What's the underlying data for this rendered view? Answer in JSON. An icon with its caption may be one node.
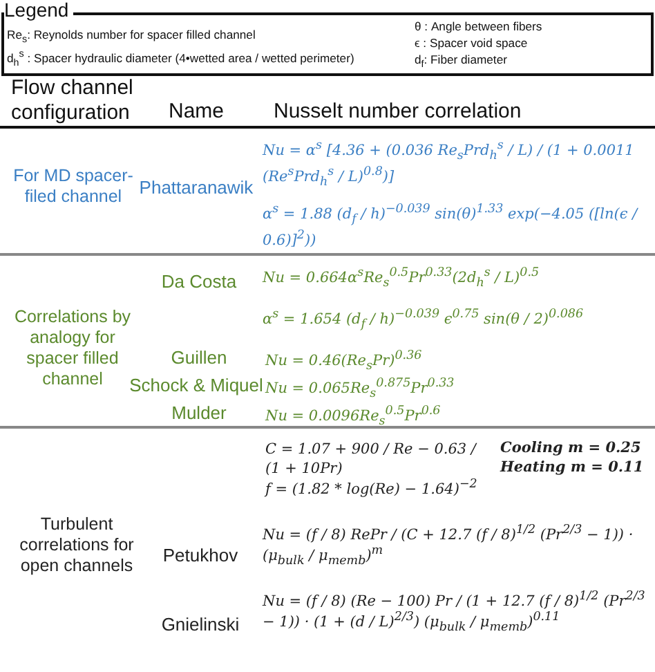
{
  "diagram": {
    "labels": [
      "Legend",
      "Re$_{s}$: Reynolds number for spacer filled channel",
      "d$_{h}$$^{s}$ : Spacer hydraulic diameter (4•wetted area / wetted perimeter)",
      "θ : Angle between fibers",
      "ϵ : Spacer void space",
      "d$_{f}$: Fiber diameter",
      "Flow channel configuration",
      "Name",
      "Nusselt number correlation",
      "For MD spacer-filed channel",
      "Phattaranawik",
      "Nu = α$^{s}$ [4.36 + (0.036 Re$_{s}$Prd$_{h}$$^{s}$ / L) / (1 + 0.0011 (Re$^{s}$Prd$_{h}$$^{s}$ / L)$^{0.8}$)]",
      "α$^{s}$ = 1.88 (d$_{f}$ / h)$^{−0.039}$ sin(θ)$^{1.33}$ exp(−4.05 ([ln(ϵ / 0.6)]$^{2}$))",
      "Correlations by analogy for spacer filled channel",
      "Da Costa",
      "Nu = 0.664α$^{s}$Re$_{s}$$^{0.5}$Pr$^{0.33}$(2d$_{h}$$^{s}$ / L)$^{0.5}$",
      "α$^{s}$ = 1.654 (d$_{f}$ / h)$^{−0.039}$ ϵ$^{0.75}$ sin(θ / 2)$^{0.086}$",
      "Guillen",
      "Nu = 0.46(Re$_{s}$Pr)$^{0.36}$",
      "Schock & Miquel",
      "Nu = 0.065Re$_{s}$$^{0.875}$Pr$^{0.33}$",
      "Mulder",
      "Nu = 0.0096Re$_{s}$$^{0.5}$Pr$^{0.6}$",
      "C = 1.07 + 900 / Re − 0.63 / (1 + 10Pr)",
      "Cooling m = 0.25",
      "Heating m = 0.11",
      "f = (1.82 * log(Re) − 1.64)$^{−2}$",
      "Turbulent correlations for open channels",
      "Petukhov",
      "Nu = (f / 8) RePr / (C + 12.7 (f / 8)$^{1/2}$ (Pr$^{2/3}$ − 1)) · (μ$_{bulk}$ / μ$_{memb}$)$^{m}$",
      "Gnielinski",
      "Nu = (f / 8) (Re − 100) Pr / (1 + 12.7 (f / 8)$^{1/2}$ (Pr$^{2/3}$ − 1)) · (1 + (d / L)$^{2/3}$) (μ$_{bulk}$ / μ$_{memb}$)$^{0.11}$"
    ]
  }
}
